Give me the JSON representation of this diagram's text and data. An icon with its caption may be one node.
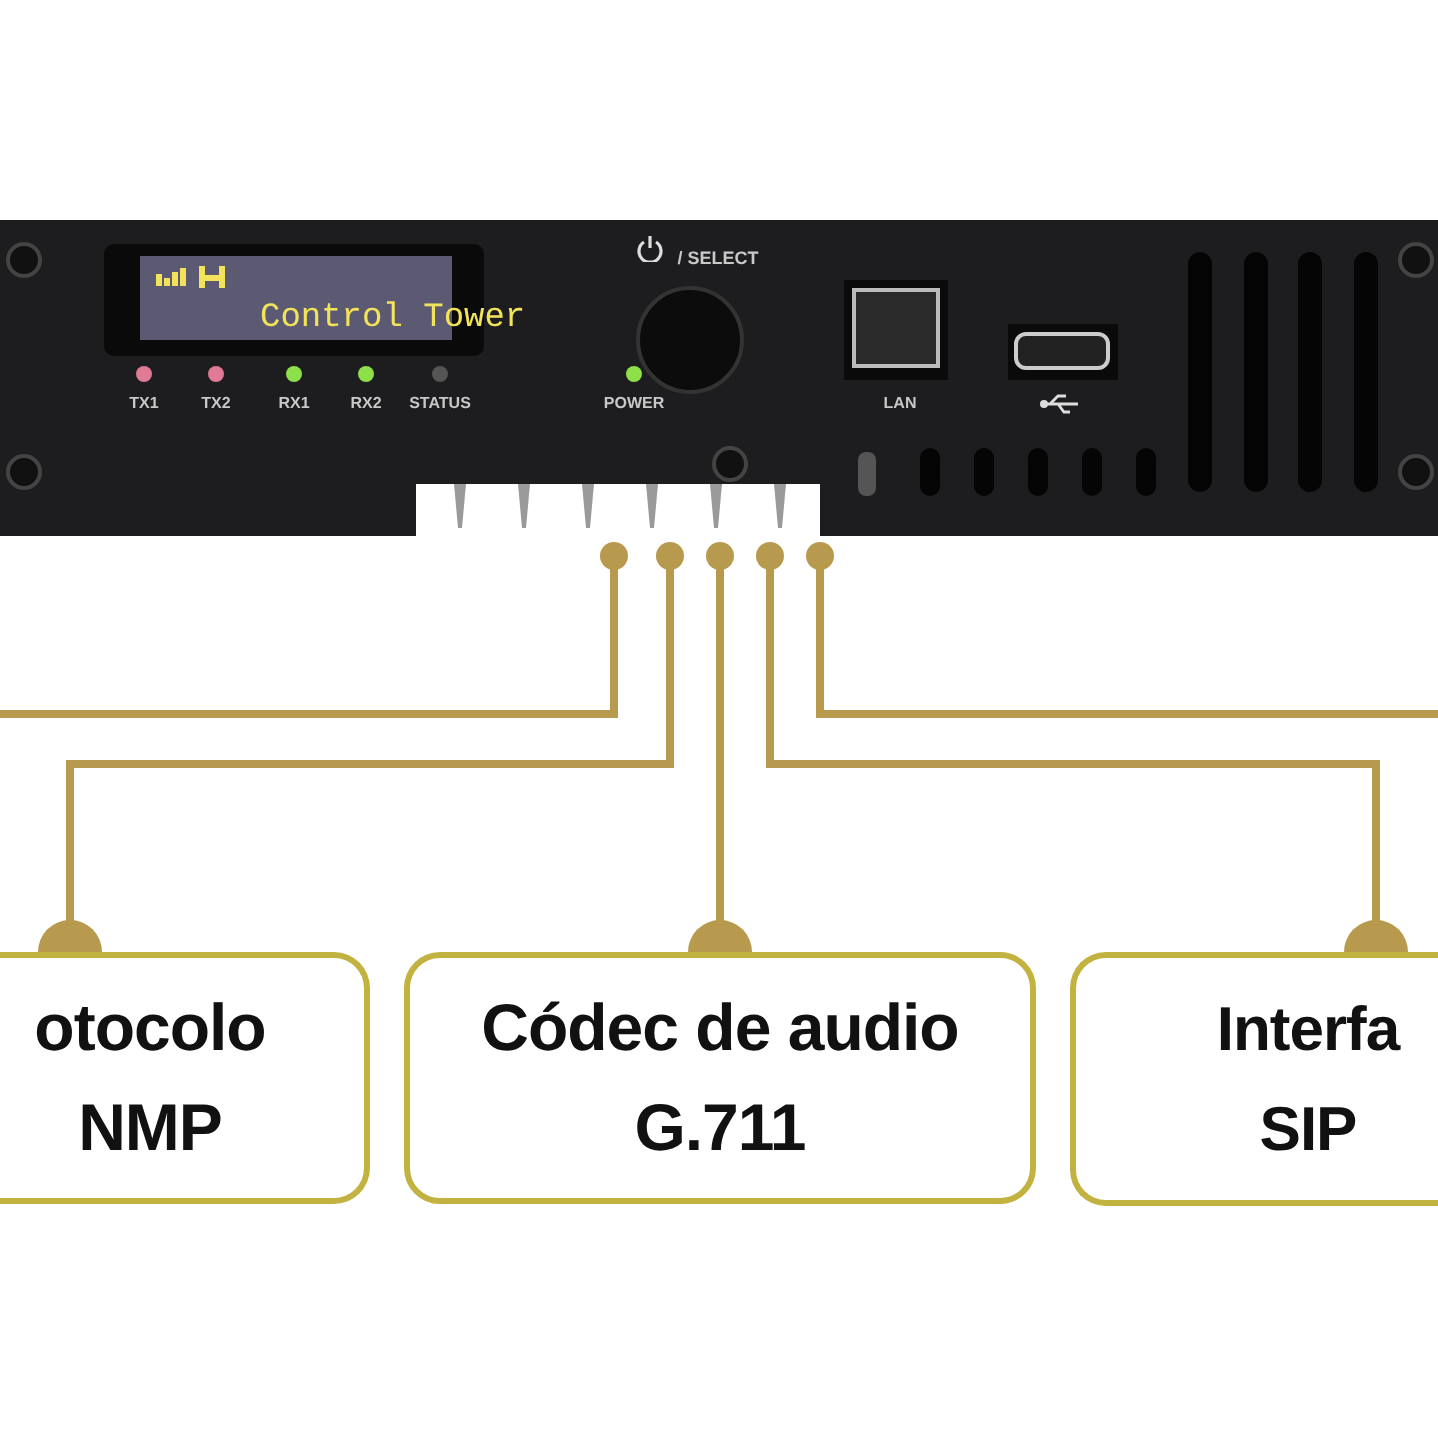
{
  "diagram": {
    "nodes": [
      {
        "text": [
          "otocolo NMP"
        ]
      },
      {
        "text": [
          "Códec de audio G.711"
        ]
      },
      {
        "text": [
          "Interfa SIP"
        ]
      },
      {
        "text": [],
        "shape": "picture"
      }
    ],
    "edges": [
      {
        "from": 0,
        "to": 3,
        "arrow": "other"
      },
      {
        "from": 1,
        "to": 3,
        "arrow": "other"
      },
      {
        "from": 2,
        "to": 3,
        "arrow": "other"
      },
      {
        "from": null,
        "to": 3,
        "arrow": "other"
      },
      {
        "from": null,
        "to": 3,
        "arrow": "other"
      }
    ],
    "labels": [
      "/ SELECT",
      "Control Tower",
      "TX1",
      "TX2",
      "RX1",
      "RX2",
      "STATUS",
      "POWER",
      "LAN"
    ]
  }
}
